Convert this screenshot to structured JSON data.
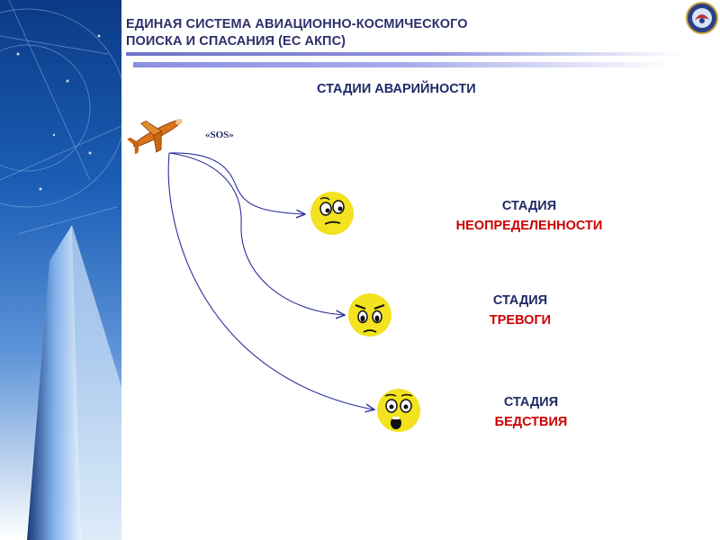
{
  "header": {
    "title_line1": "ЕДИНАЯ СИСТЕМА АВИАЦИОННО-КОСМИЧЕСКОГО",
    "title_line2": "ПОИСКА И СПАСАНИЯ (ЕС АКПС)"
  },
  "slide": {
    "title": "СТАДИИ АВАРИЙНОСТИ",
    "sos_label": "«SOS»"
  },
  "stages": [
    {
      "line1": "СТАДИЯ",
      "line2": "НЕОПРЕДЕЛЕННОСТИ"
    },
    {
      "line1": "СТАДИЯ",
      "line2": "ТРЕВОГИ"
    },
    {
      "line1": "СТАДИЯ",
      "line2": "БЕДСТВИЯ"
    }
  ],
  "colors": {
    "title_text": "#2d2f6b",
    "stage_label": "#1f2a66",
    "stage_name": "#cc0000",
    "arrow": "#2a2f9a",
    "face_fill": "#f3e21f"
  },
  "icons": [
    "airplane-icon",
    "emblem-icon",
    "thinking-face-icon",
    "worried-face-icon",
    "shocked-face-icon"
  ]
}
